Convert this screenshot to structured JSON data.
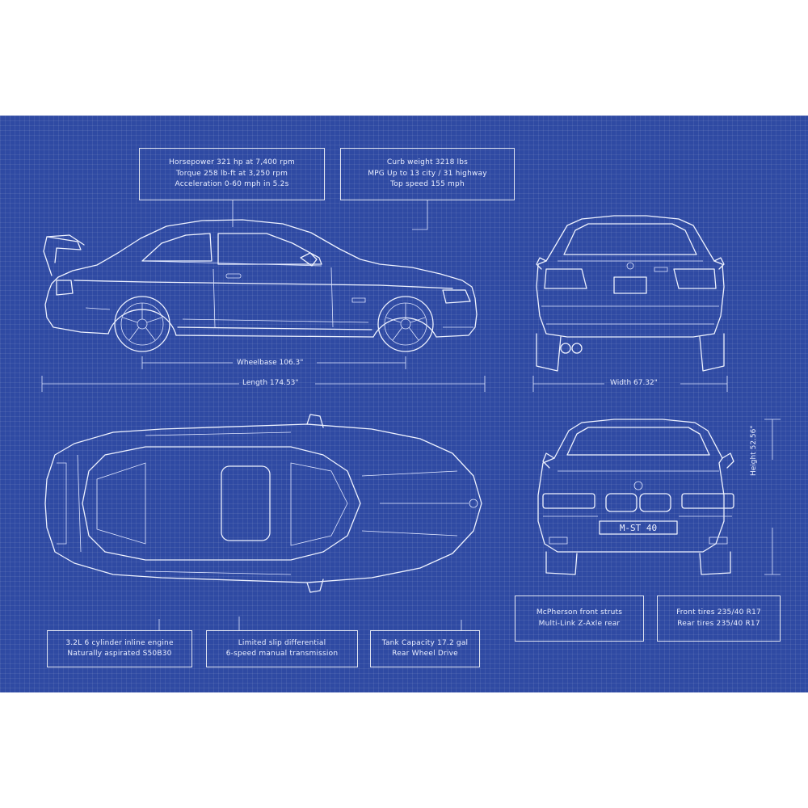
{
  "spec_boxes": {
    "engine_power": [
      "Horsepower 321 hp at 7,400 rpm",
      "Torque 258 lb-ft at 3,250 rpm",
      "Acceleration 0-60 mph in 5.2s"
    ],
    "weight_economy": [
      "Curb weight 3218 lbs",
      "MPG Up to 13 city / 31 highway",
      "Top speed 155 mph"
    ],
    "engine_type": [
      "3.2L 6 cylinder inline engine",
      "Naturally aspirated S50B30"
    ],
    "drivetrain": [
      "Limited slip differential",
      "6-speed manual transmission"
    ],
    "fuel_drive": [
      "Tank Capacity 17.2 gal",
      "Rear Wheel Drive"
    ],
    "suspension": [
      "McPherson front struts",
      "Multi-Link Z-Axle rear"
    ],
    "tires": [
      "Front tires 235/40 R17",
      "Rear tires 235/40 R17"
    ]
  },
  "dimensions": {
    "wheelbase": "Wheelbase 106.3\"",
    "length": "Length 174.53\"",
    "width": "Width 67.32\"",
    "height": "Height 52.56\""
  },
  "plates": {
    "front": "M-ST 40"
  }
}
